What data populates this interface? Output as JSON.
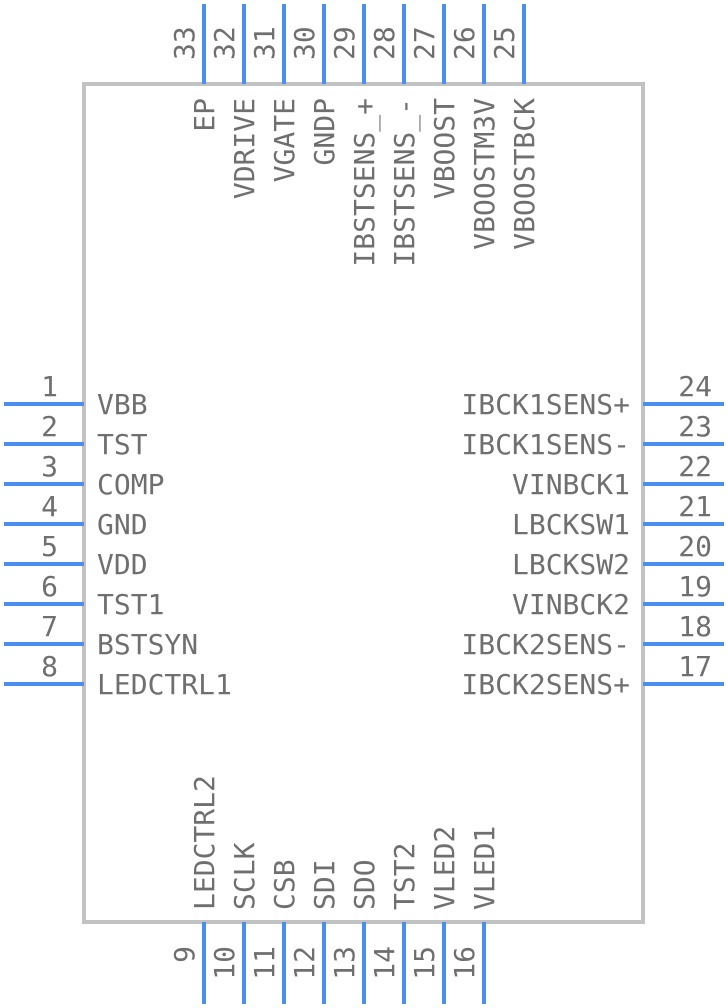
{
  "colors": {
    "pin": "#4a8ff0",
    "body_outline": "#c2c2c2",
    "text": "#6f6f6f",
    "background": "#ffffff"
  },
  "pins": {
    "left": [
      {
        "number": "1",
        "name": "VBB"
      },
      {
        "number": "2",
        "name": "TST"
      },
      {
        "number": "3",
        "name": "COMP"
      },
      {
        "number": "4",
        "name": "GND"
      },
      {
        "number": "5",
        "name": "VDD"
      },
      {
        "number": "6",
        "name": "TST1"
      },
      {
        "number": "7",
        "name": "BSTSYN"
      },
      {
        "number": "8",
        "name": "LEDCTRL1"
      }
    ],
    "right": [
      {
        "number": "24",
        "name": "IBCK1SENS+"
      },
      {
        "number": "23",
        "name": "IBCK1SENS-"
      },
      {
        "number": "22",
        "name": "VINBCK1"
      },
      {
        "number": "21",
        "name": "LBCKSW1"
      },
      {
        "number": "20",
        "name": "LBCKSW2"
      },
      {
        "number": "19",
        "name": "VINBCK2"
      },
      {
        "number": "18",
        "name": "IBCK2SENS-"
      },
      {
        "number": "17",
        "name": "IBCK2SENS+"
      }
    ],
    "top": [
      {
        "number": "33",
        "name": "EP"
      },
      {
        "number": "32",
        "name": "VDRIVE"
      },
      {
        "number": "31",
        "name": "VGATE"
      },
      {
        "number": "30",
        "name": "GNDP"
      },
      {
        "number": "29",
        "name": "IBSTSENS_+"
      },
      {
        "number": "28",
        "name": "IBSTSENS_-"
      },
      {
        "number": "27",
        "name": "VBOOST"
      },
      {
        "number": "26",
        "name": "VBOOSTM3V"
      },
      {
        "number": "25",
        "name": "VBOOSTBCK"
      }
    ],
    "bottom": [
      {
        "number": "9",
        "name": "LEDCTRL2"
      },
      {
        "number": "10",
        "name": "SCLK"
      },
      {
        "number": "11",
        "name": "CSB"
      },
      {
        "number": "12",
        "name": "SDI"
      },
      {
        "number": "13",
        "name": "SDO"
      },
      {
        "number": "14",
        "name": "TST2"
      },
      {
        "number": "15",
        "name": "VLED2"
      },
      {
        "number": "16",
        "name": "VLED1"
      }
    ]
  }
}
